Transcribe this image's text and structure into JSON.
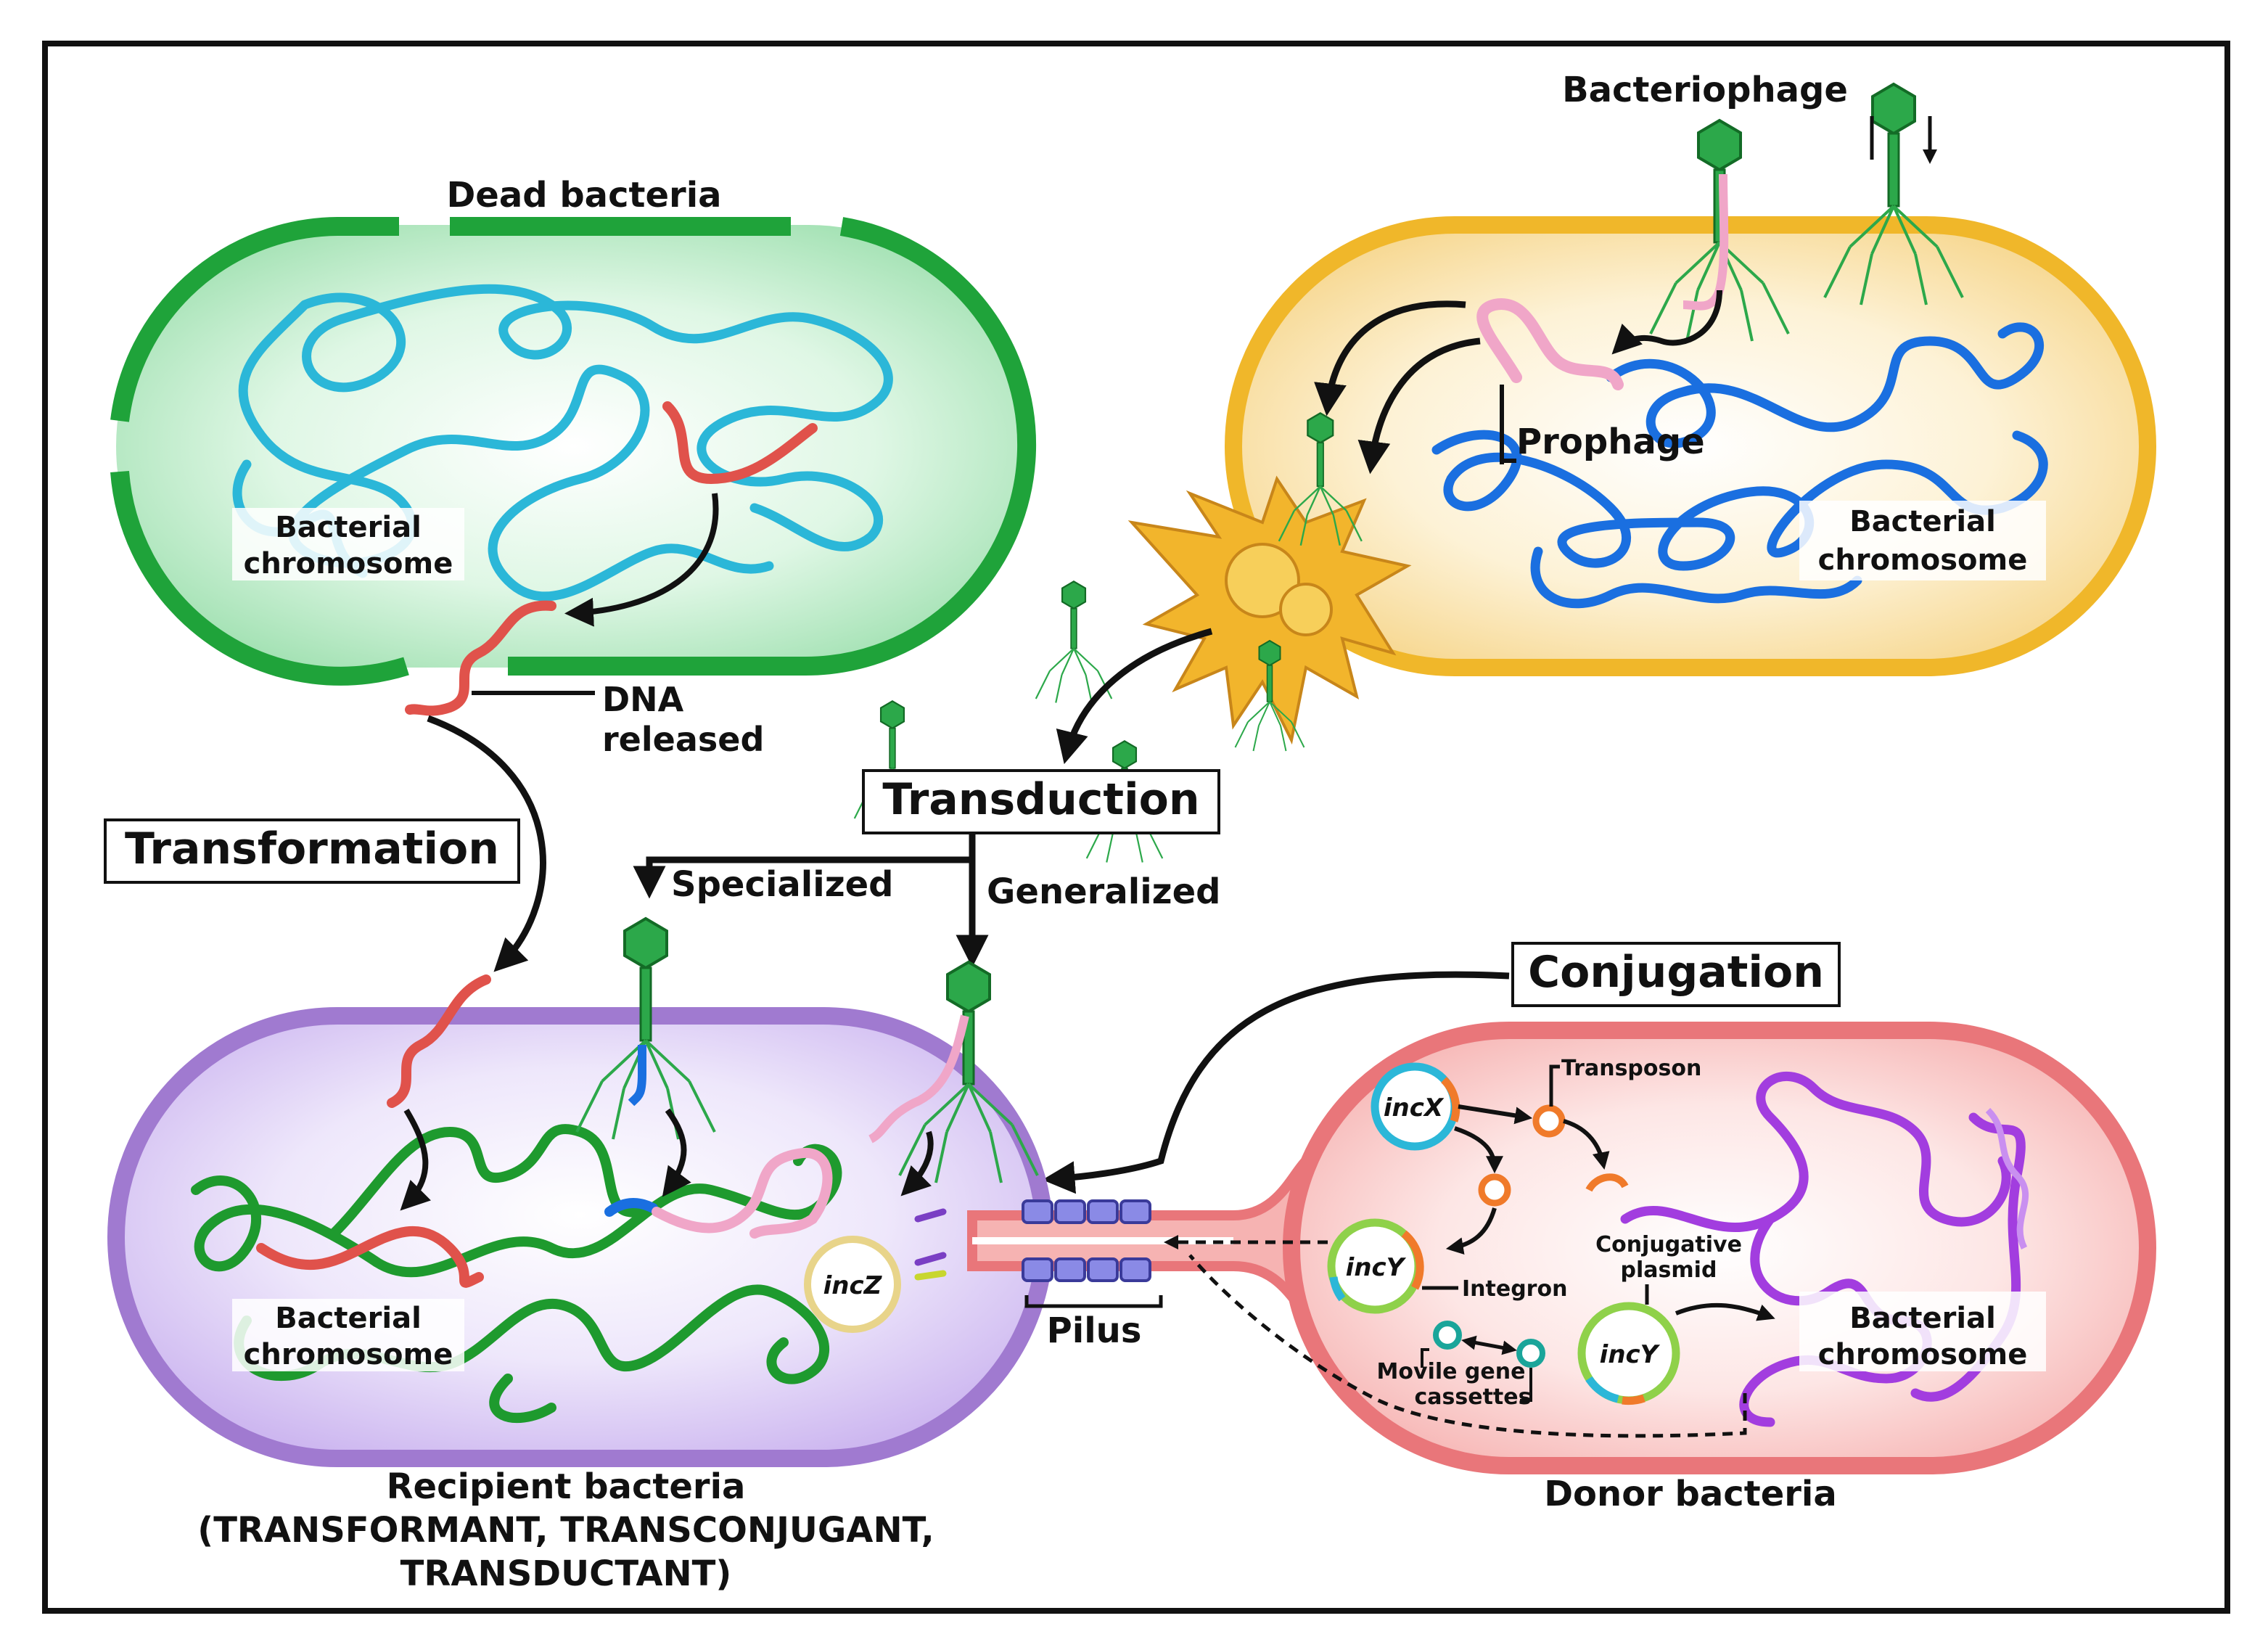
{
  "labels": {
    "dead_bacteria": "Dead bacteria",
    "bacteriophage": "Bacteriophage",
    "prophage": "Prophage",
    "bacterial": "Bacterial",
    "chromosome": "chromosome",
    "dna": "DNA",
    "released": "released",
    "transformation": "Transformation",
    "transduction": "Transduction",
    "specialized": "Specialized",
    "generalized": "Generalized",
    "conjugation": "Conjugation",
    "transposon": "Transposon",
    "incx": "incX",
    "incy": "incY",
    "incz": "incZ",
    "integron": "Integron",
    "conjugative": "Conjugative",
    "plasmid": "plasmid",
    "movile_gene": "Movile gene",
    "cassettes": "cassettes",
    "pilus": "Pilus",
    "recipient_line1": "Recipient bacteria",
    "recipient_line2": "(TRANSFORMANT, TRANSCONJUGANT,",
    "recipient_line3": "TRANSDUCTANT)",
    "donor_bacteria": "Donor bacteria"
  },
  "colors": {
    "dead_membrane": "#1fa33a",
    "dead_fill": "#c9f2d3",
    "lysogen_membrane": "#f0b72a",
    "lysogen_fill": "#fdeec6",
    "recipient_membrane": "#a07ad0",
    "recipient_fill": "#e8defa",
    "donor_membrane": "#e9767a",
    "donor_fill": "#fde0df",
    "cyan_dna": "#2bb7d8",
    "blue_dna": "#1a6fe0",
    "green_dna": "#1e9a2e",
    "purple_dna": "#a23ddf",
    "red_dna": "#e0524b",
    "pink_dna": "#f0a6c8",
    "phage_green": "#2ca84a",
    "burst_orange": "#f2b52c"
  }
}
